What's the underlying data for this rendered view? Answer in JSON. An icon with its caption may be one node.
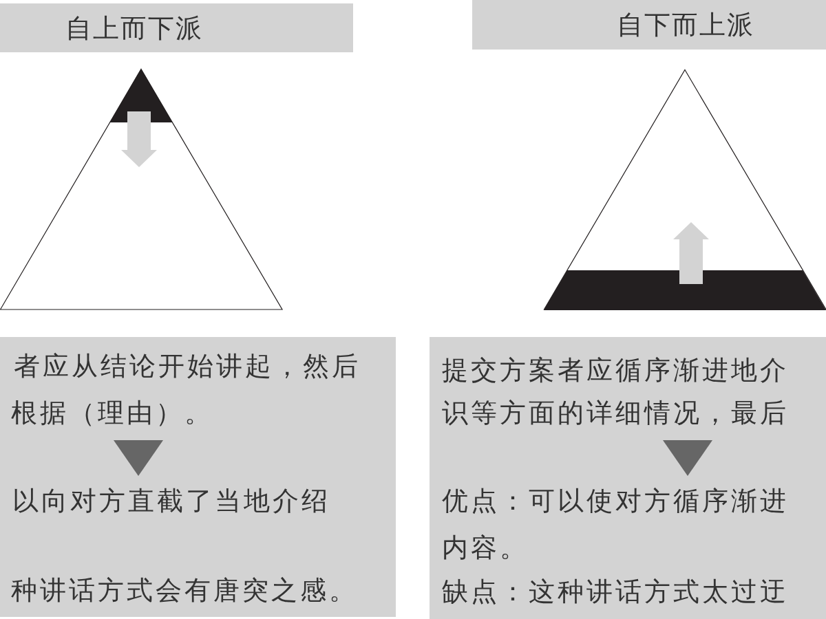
{
  "diagram": {
    "nodes": [
      {
        "text": [
          "自上而下派"
        ]
      },
      {
        "text": [
          "自下而上派"
        ]
      },
      {
        "text": [],
        "shape": "triangle"
      },
      {
        "text": [],
        "shape": "triangle"
      },
      {
        "text": [
          "者应从结论开始讲起，然后",
          "根据（理由）。",
          "以向对方直截了当地介绍",
          "种讲话方式会有唐突之感。"
        ]
      },
      {
        "text": [
          "提交方案者应循序渐进地介",
          "识等方面的详细情况，最后",
          "优点：可以使对方循序渐进",
          "内容。",
          "缺点：这种讲话方式太过迂"
        ]
      }
    ]
  }
}
